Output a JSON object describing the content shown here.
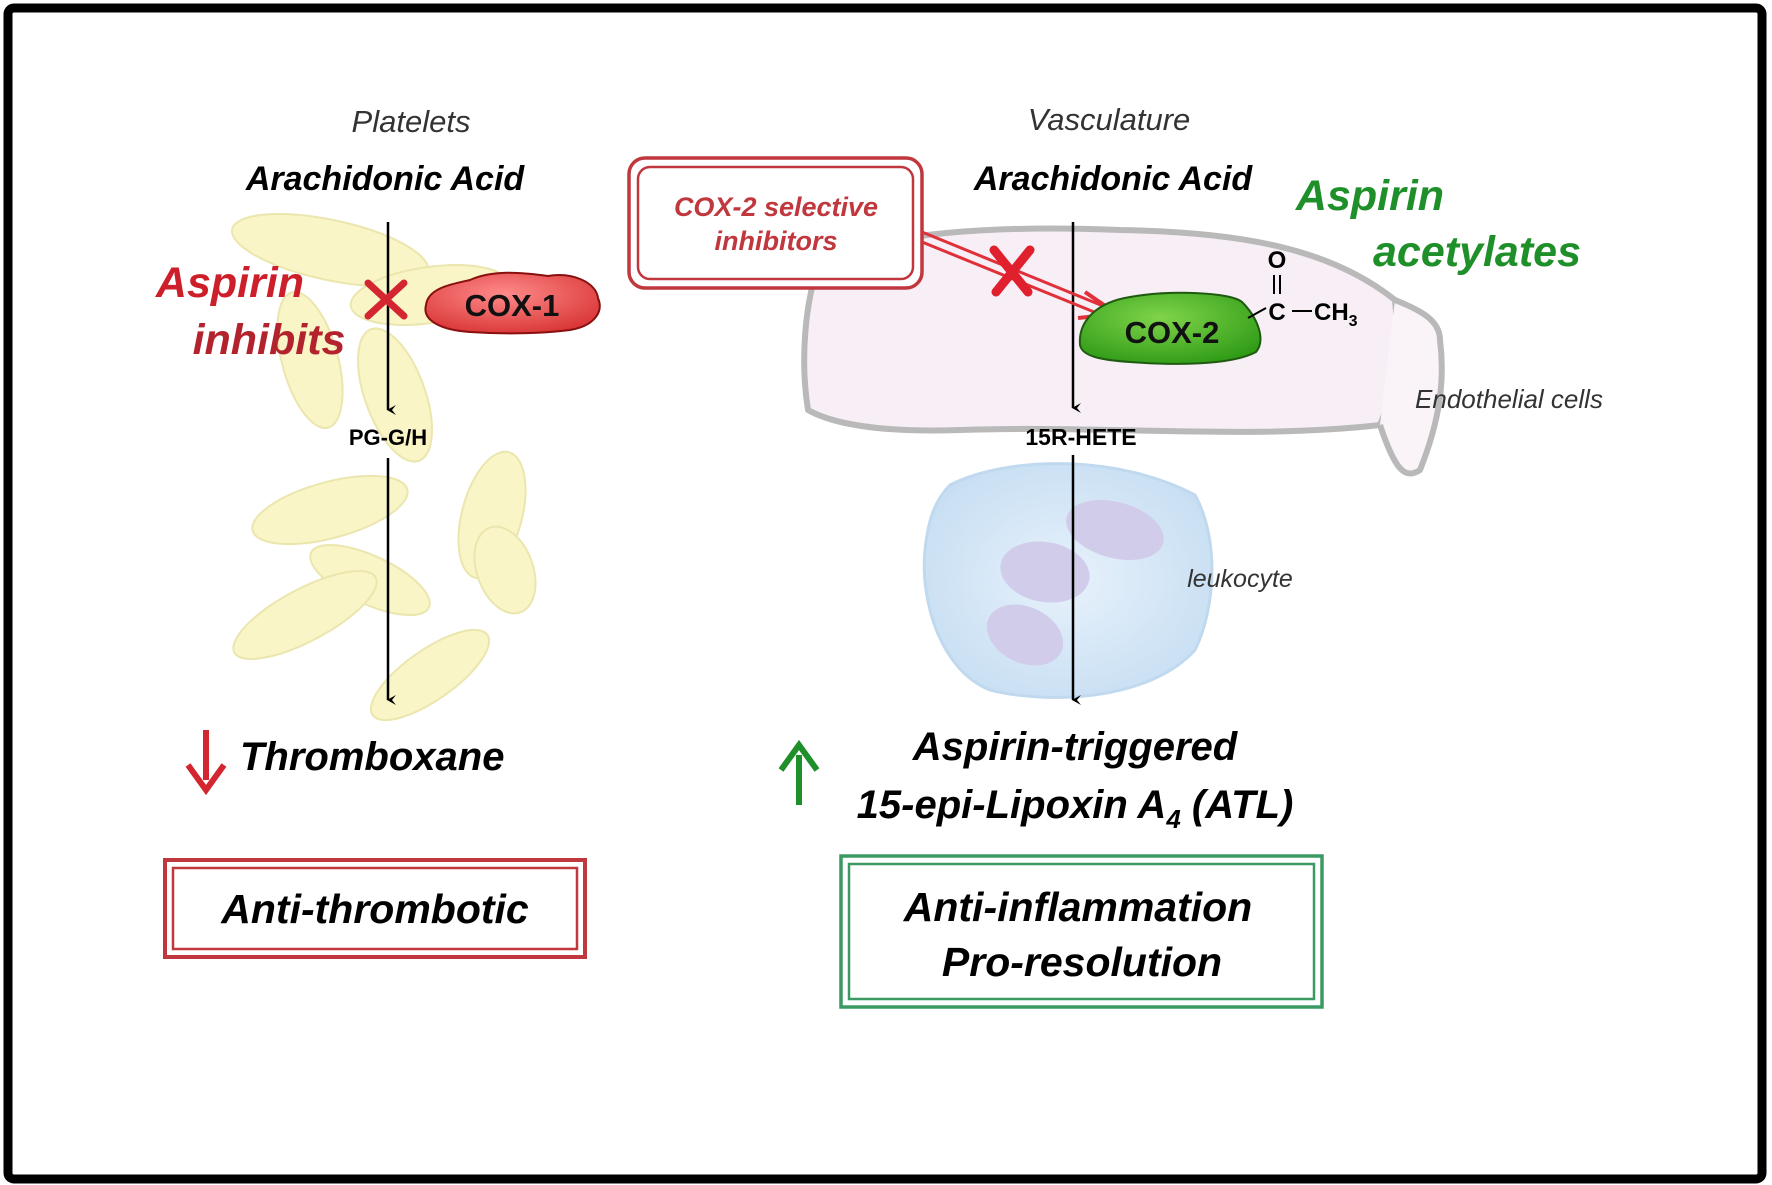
{
  "colors": {
    "frame": "#000000",
    "red": "#cc1f2a",
    "dark_red": "#b3232d",
    "green": "#1f8f2a",
    "cox1_fill": "#e64848",
    "cox2_fill": "#3aa31e",
    "platelet_fill": "#f7f3b8",
    "endothelial_fill": "#f6eef4",
    "leukocyte_fill": "#cfe3f5",
    "box_green": "#2f9a5a"
  },
  "left": {
    "location_label": "Platelets",
    "substrate": "Arachidonic Acid",
    "drug_action_line1": "Aspirin",
    "drug_action_line2": "inhibits",
    "enzyme": "COX-1",
    "intermediate": "PG-G/H",
    "product": "Thromboxane",
    "product_change": "decrease",
    "outcome": "Anti-thrombotic"
  },
  "right": {
    "location_label": "Vasculature",
    "substrate": "Arachidonic Acid",
    "drug_action_line1": "Aspirin",
    "drug_action_line2": "acetylates",
    "inhibitor_line1": "COX-2 selective",
    "inhibitor_line2": "inhibitors",
    "enzyme": "COX-2",
    "acetyl_o": "O",
    "acetyl_c": "C",
    "acetyl_ch": "CH",
    "acetyl_sub": "3",
    "cell_label_1": "Endothelial cells",
    "cell_label_2": "leukocyte",
    "intermediate": "15R-HETE",
    "product_line1": "Aspirin-triggered",
    "product_line2_a": "15-epi-Lipoxin A",
    "product_line2_sub": "4",
    "product_line2_b": " (ATL)",
    "product_change": "increase",
    "outcome_line1": "Anti-inflammation",
    "outcome_line2": "Pro-resolution"
  }
}
